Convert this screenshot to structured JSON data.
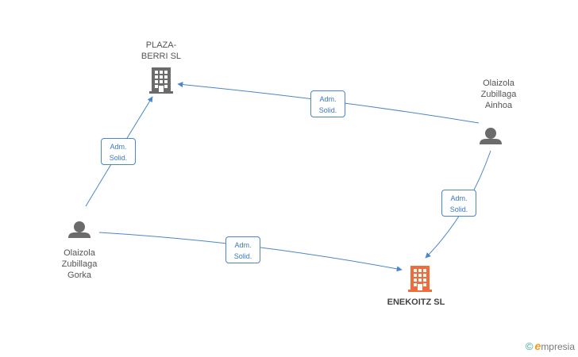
{
  "nodes": {
    "plaza_berri": {
      "lines": [
        "PLAZA-",
        "BERRI SL"
      ],
      "type": "company",
      "color": "#6b6b6b"
    },
    "enekoitz": {
      "lines": [
        "ENEKOITZ SL"
      ],
      "type": "company",
      "color": "#f26b3a",
      "main": true
    },
    "ainhoa": {
      "lines": [
        "Olaizola",
        "Zubillaga",
        "Ainhoa"
      ],
      "type": "person",
      "color": "#6b6b6b"
    },
    "gorka": {
      "lines": [
        "Olaizola",
        "Zubillaga",
        "Gorka"
      ],
      "type": "person",
      "color": "#6b6b6b"
    }
  },
  "relations": [
    {
      "from": "ainhoa",
      "to": "plaza_berri",
      "lines": [
        "Adm.",
        "Solid."
      ]
    },
    {
      "from": "gorka",
      "to": "plaza_berri",
      "lines": [
        "Adm.",
        "Solid."
      ]
    },
    {
      "from": "ainhoa",
      "to": "enekoitz",
      "lines": [
        "Adm.",
        "Solid."
      ]
    },
    {
      "from": "gorka",
      "to": "enekoitz",
      "lines": [
        "Adm.",
        "Solid."
      ]
    }
  ],
  "colors": {
    "edge": "#4a86c8"
  },
  "brand": {
    "copyright": "©",
    "e": "e",
    "rest": "mpresia"
  }
}
